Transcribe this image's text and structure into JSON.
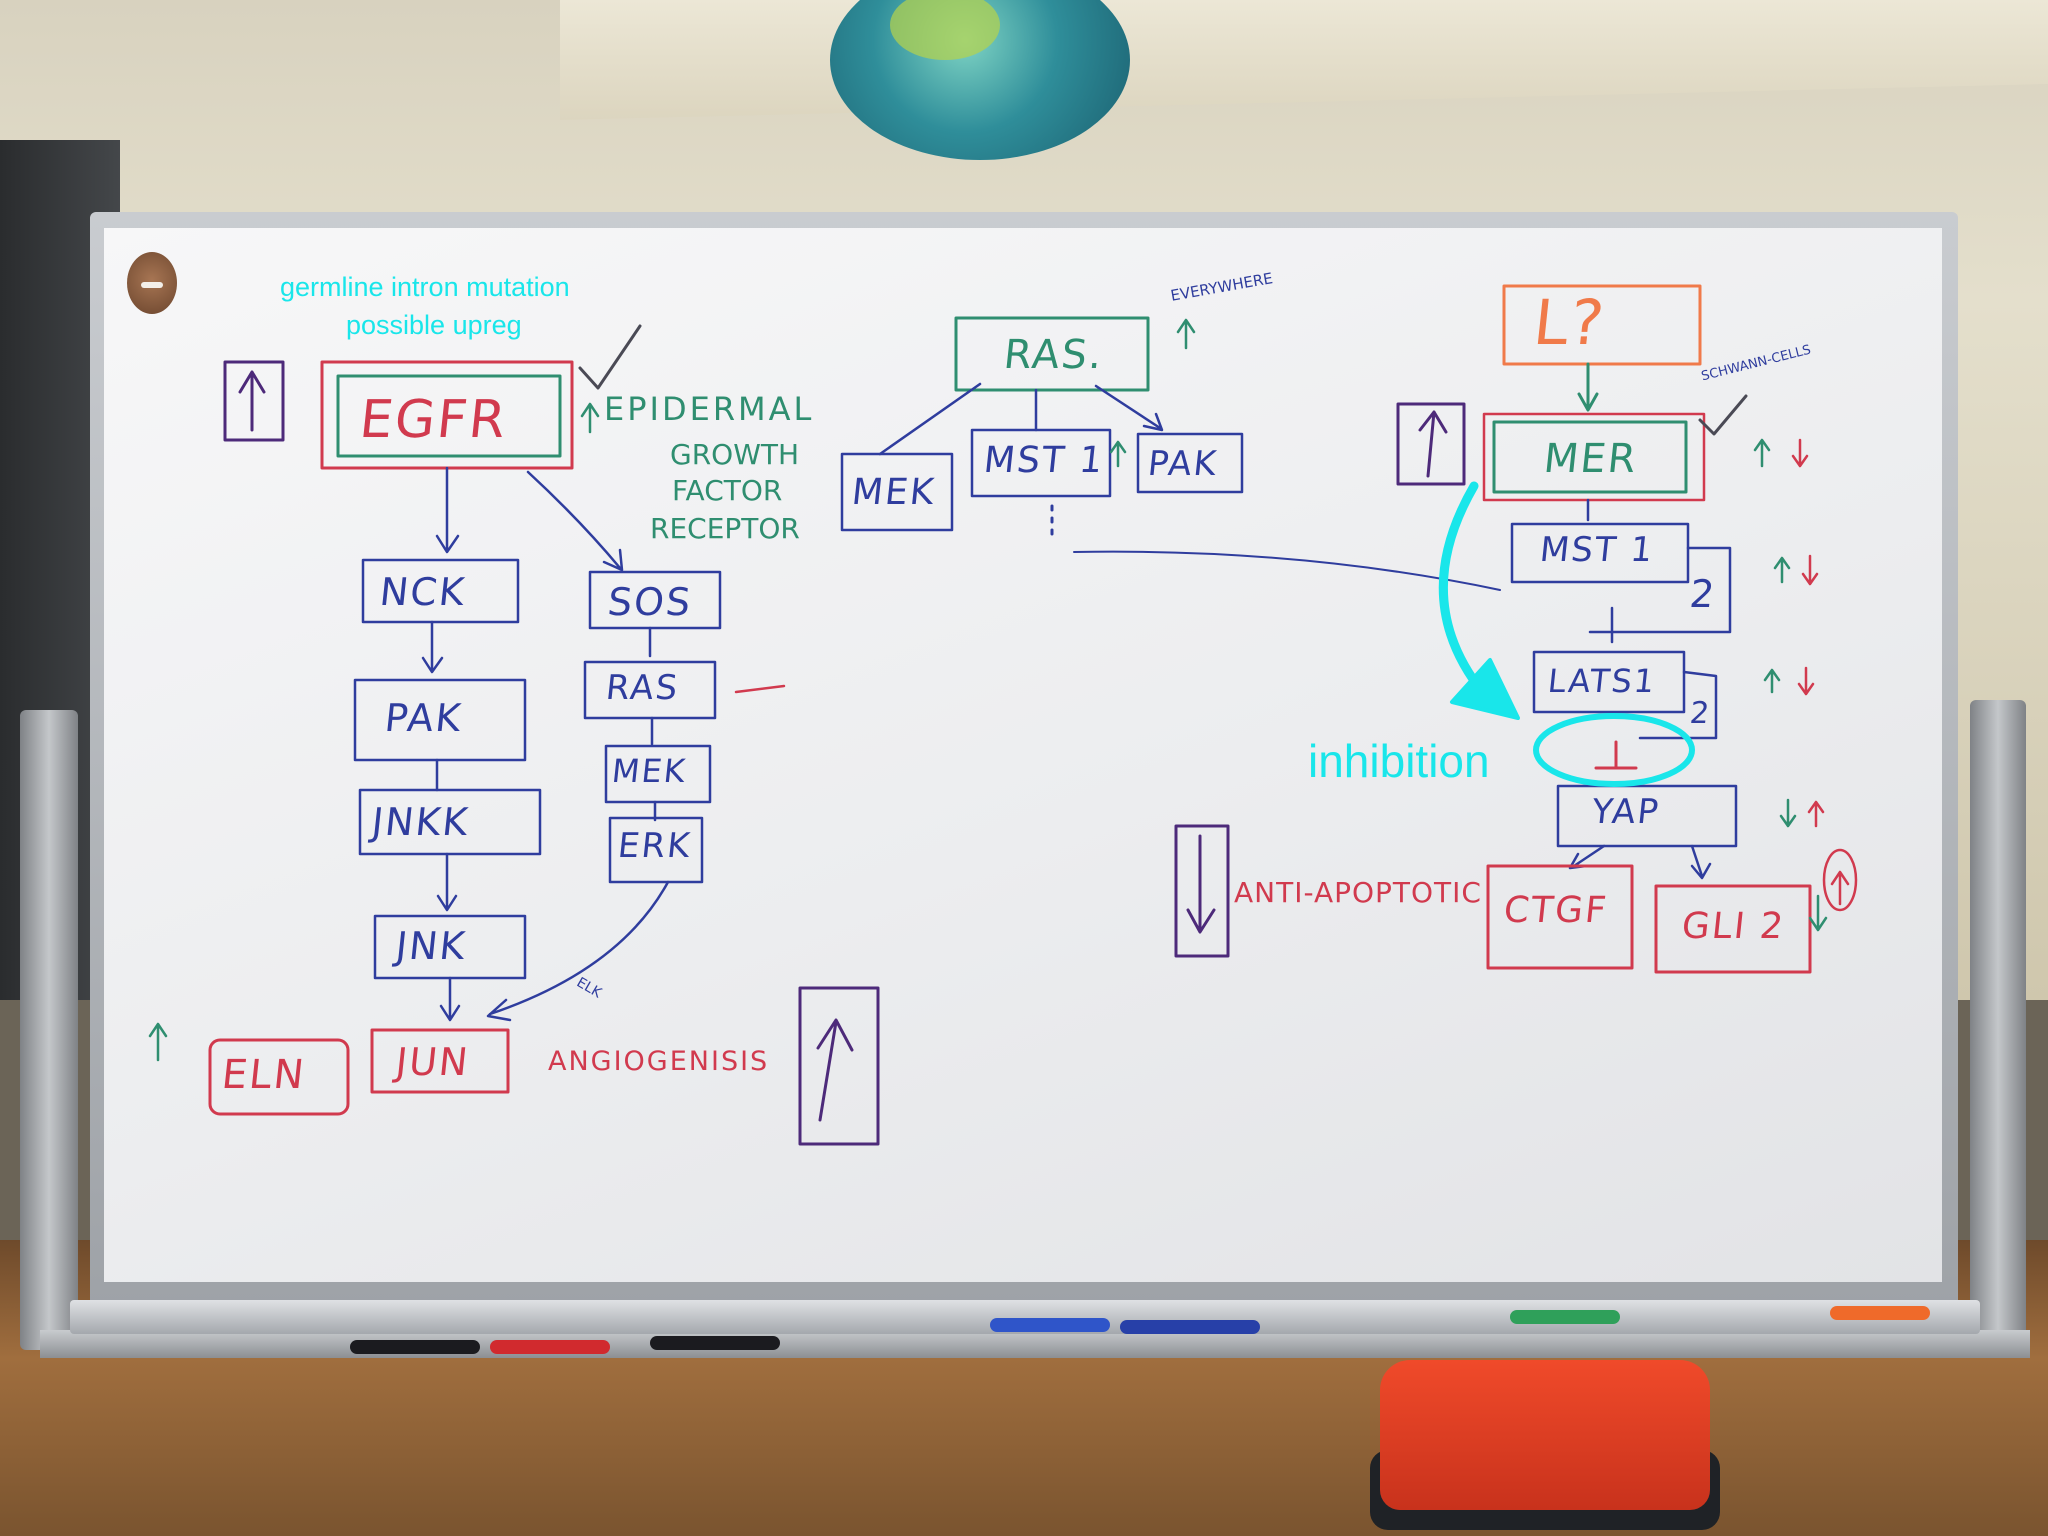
{
  "annotations": {
    "germline": "germline intron mutation",
    "upreg": "possible upreg",
    "inhibition": "inhibition"
  },
  "nodes": {
    "egfr": "EGFR",
    "nck": "NCK",
    "pak_left": "PAK",
    "jnkk": "JNKK",
    "jnk": "JNK",
    "jun": "JUN",
    "eln": "ELN",
    "sos": "SOS",
    "ras_left": "RAS",
    "mek_left": "MEK",
    "erk": "ERK",
    "ras_top": "RAS.",
    "mek_top": "MEK",
    "mst1_top": "MST 1",
    "pak_top": "PAK",
    "l_query": "L?",
    "mer": "MER",
    "mst1_right": "MST 1",
    "lats1": "LATS1",
    "yap": "YAP",
    "ctgf": "CTGF",
    "gli2": "GLI 2",
    "mst_alt": "2",
    "lats_alt": "2"
  },
  "labels": {
    "epidermal_1": "EPIDERMAL",
    "epidermal_2": "GROWTH",
    "epidermal_3": "FACTOR",
    "epidermal_4": "RECEPTOR",
    "everywhere": "EVERYWHERE",
    "schwann": "SCHWANN-CELLS",
    "angiogenesis": "ANGIOGENISIS",
    "antiapoptotic": "ANTI-APOPTOTIC",
    "elk": "ELK"
  },
  "arrows": {
    "up": "↑",
    "down": "↓"
  },
  "colors": {
    "blue_marker": "#2f3d9e",
    "green_marker": "#2f8e70",
    "red_marker": "#d13a4e",
    "cyan_annotation": "#19e6ea",
    "purple_marker": "#4d2a7a",
    "orange_marker": "#f07a4a"
  }
}
